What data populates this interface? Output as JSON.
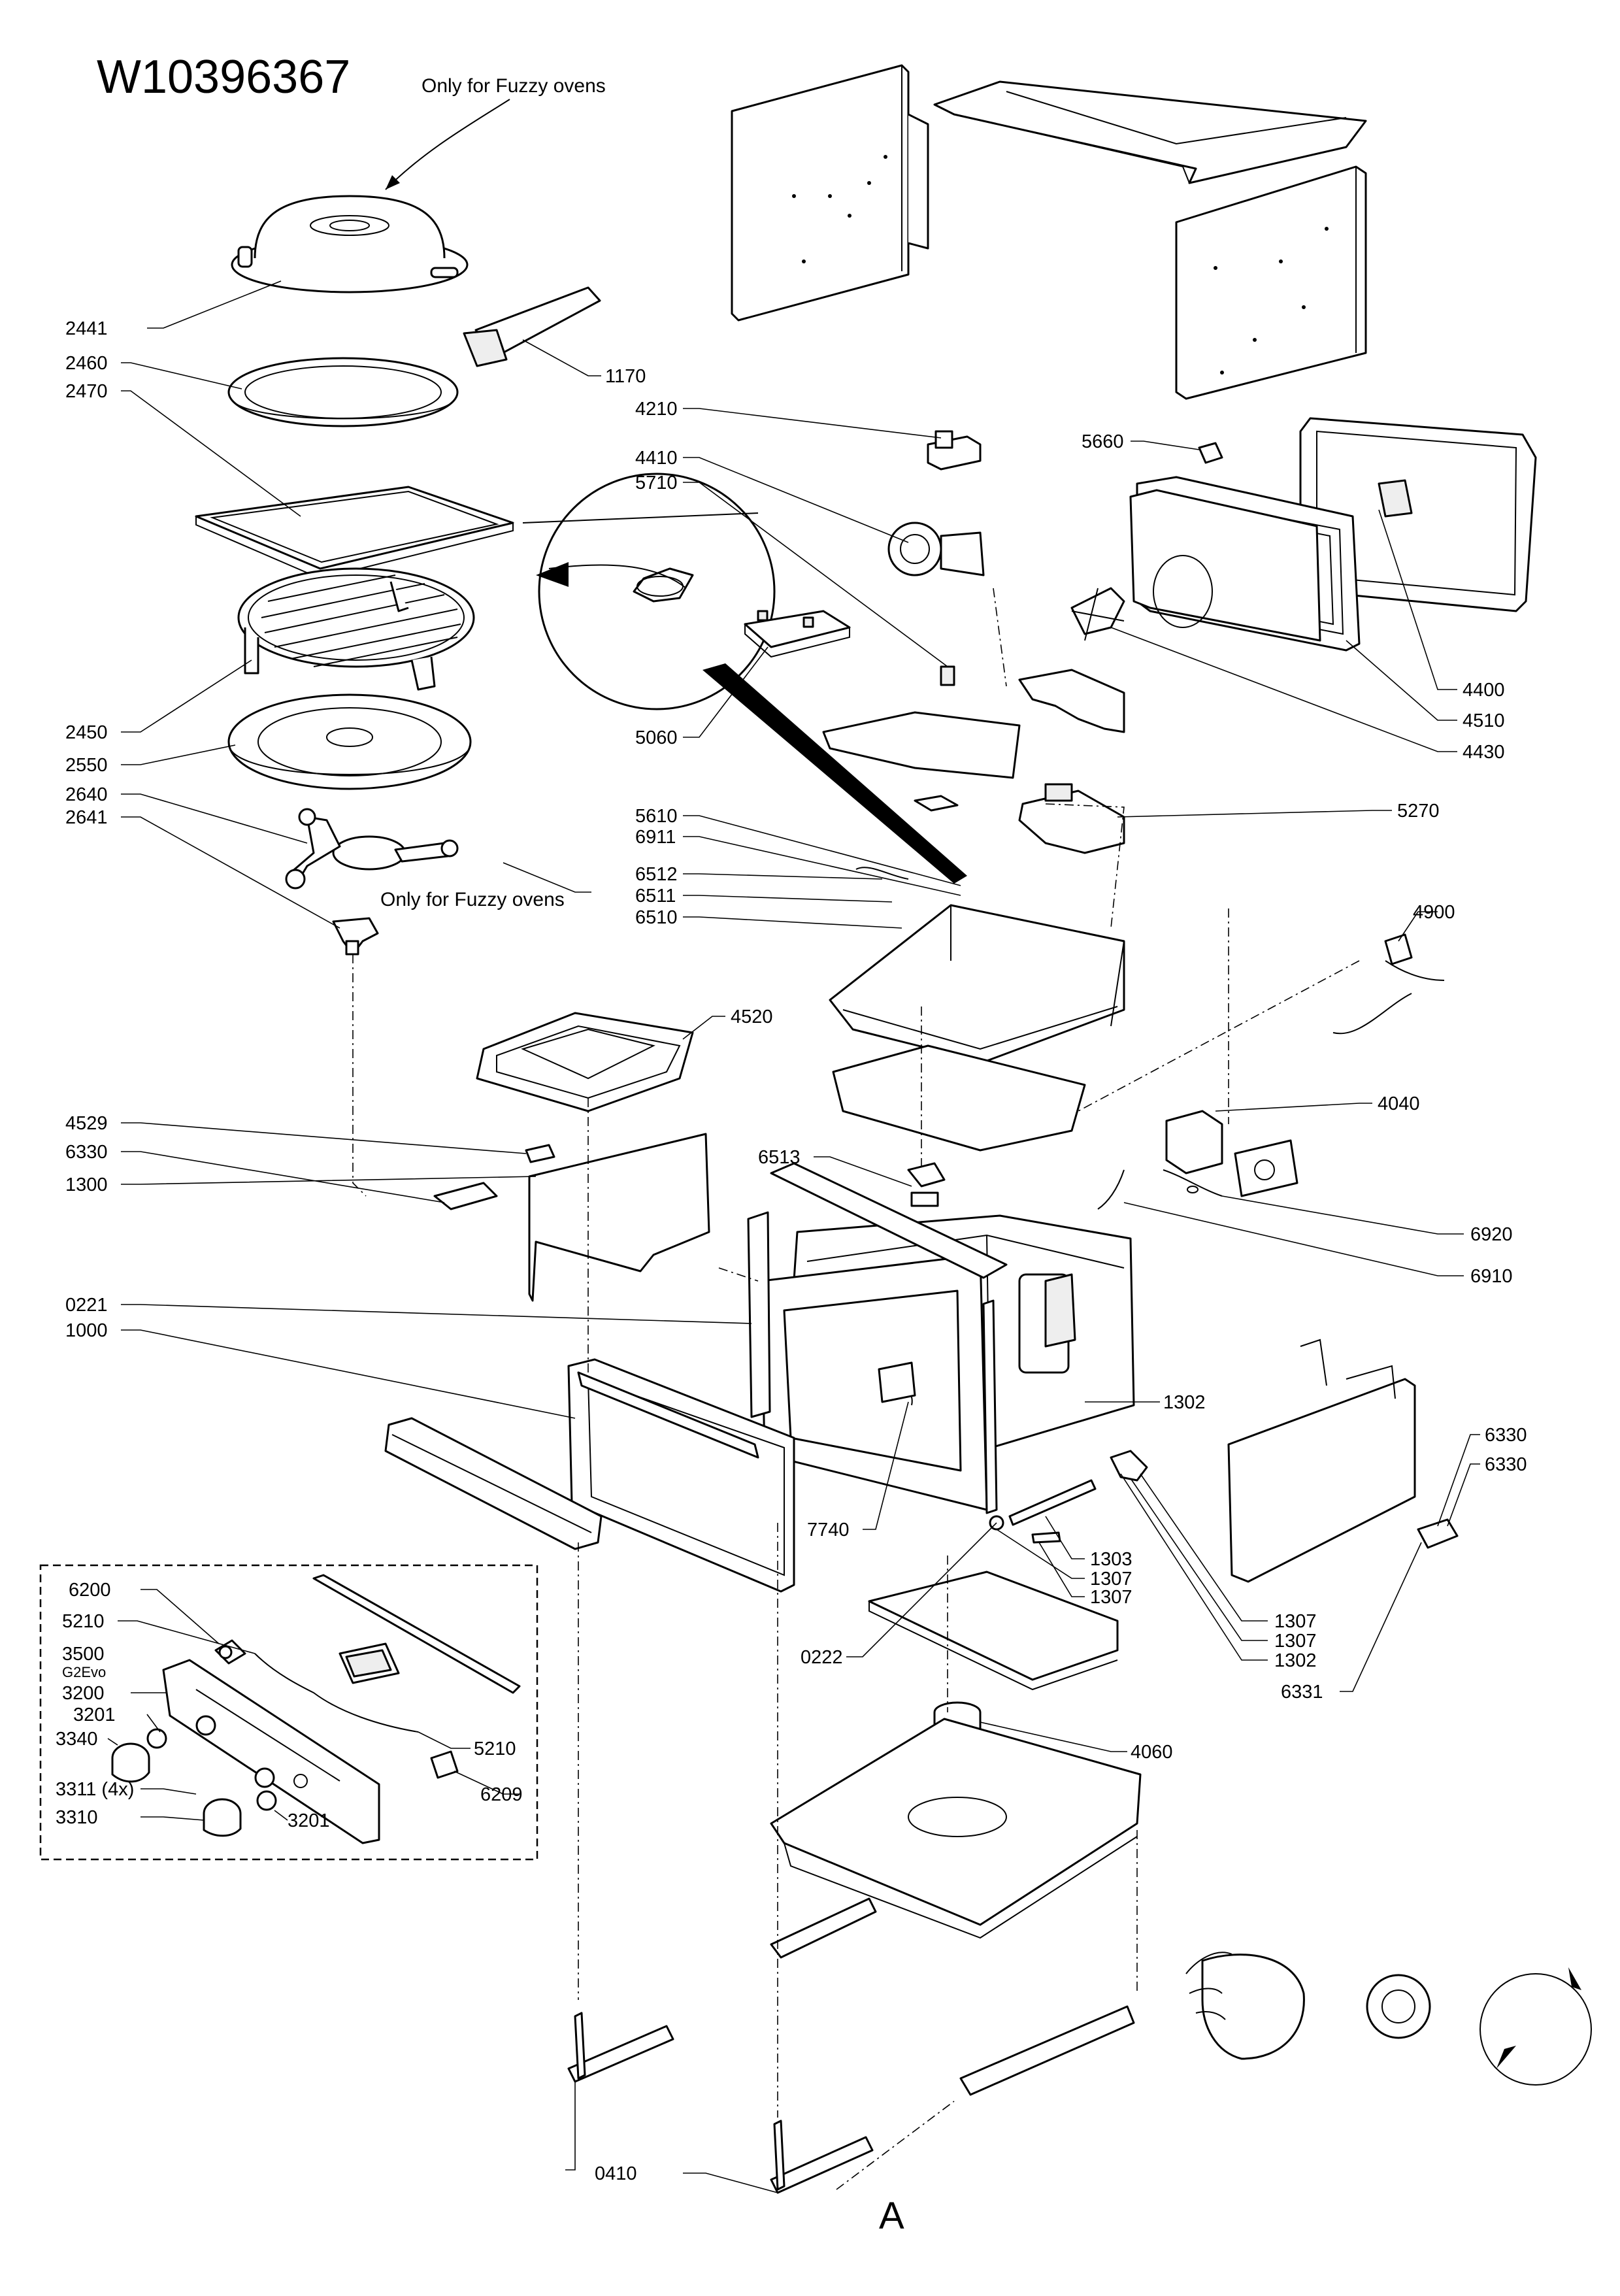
{
  "document": {
    "title": "W10396367",
    "note_top": "Only for Fuzzy ovens",
    "note_mid": "Only for Fuzzy ovens",
    "view_label": "A"
  },
  "labels": {
    "p2441": "2441",
    "p2460": "2460",
    "p2470": "2470",
    "p1170": "1170",
    "p4210": "4210",
    "p4410": "4410",
    "p5710": "5710",
    "p5660": "5660",
    "p4400": "4400",
    "p4510": "4510",
    "p4430": "4430",
    "p2450": "2450",
    "p2550": "2550",
    "p2640": "2640",
    "p2641": "2641",
    "p5060": "5060",
    "p5270": "5270",
    "p5610": "5610",
    "p6911": "6911",
    "p6512": "6512",
    "p6511": "6511",
    "p6510": "6510",
    "p4900": "4900",
    "p4520": "4520",
    "p4040": "4040",
    "p4529": "4529",
    "p6330a": "6330",
    "p1300": "1300",
    "p6513": "6513",
    "p6920": "6920",
    "p6910": "6910",
    "p0221": "0221",
    "p1000": "1000",
    "p1302a": "1302",
    "p6330b": "6330",
    "p6330c": "6330",
    "p7740": "7740",
    "p1303": "1303",
    "p1307a": "1307",
    "p1307b": "1307",
    "p1307c": "1307",
    "p1307d": "1307",
    "p1302b": "1302",
    "p6331": "6331",
    "p0222": "0222",
    "p6200": "6200",
    "p5210a": "5210",
    "p3500": "3500",
    "p3500sub": "G2Evo",
    "p3200": "3200",
    "p3201a": "3201",
    "p3340": "3340",
    "p5210b": "5210",
    "p3311": "3311 (4x)",
    "p6209": "6209",
    "p3310": "3310",
    "p3201b": "3201",
    "p4060": "4060",
    "p0410": "0410"
  }
}
